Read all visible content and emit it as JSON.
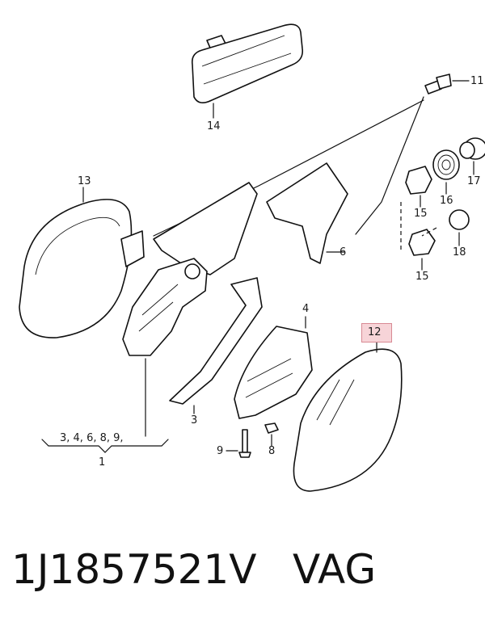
{
  "diagram": {
    "part_labels": {
      "l1": "1",
      "l1_list": "3, 4, 6, 8, 9,",
      "l3": "3",
      "l4": "4",
      "l6": "6",
      "l8": "8",
      "l9": "9",
      "l11": "11",
      "l12": "12",
      "l13": "13",
      "l14": "14",
      "l15a": "15",
      "l15b": "15",
      "l16": "16",
      "l17": "17",
      "l18": "18"
    },
    "highlight_color": "#f7d4d8"
  },
  "caption": {
    "part_number": "1J1857521V",
    "manufacturer": "VAG"
  }
}
